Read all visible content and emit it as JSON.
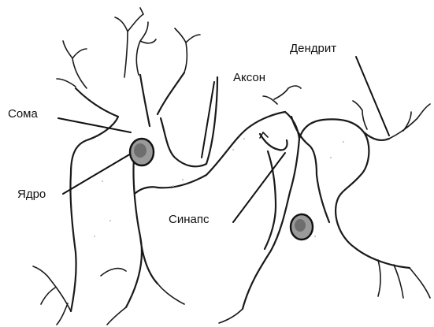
{
  "labels": {
    "soma": "Сома",
    "nucleus": "Ядро",
    "axon": "Аксон",
    "dendrite": "Дендрит",
    "synapse": "Синапс"
  }
}
